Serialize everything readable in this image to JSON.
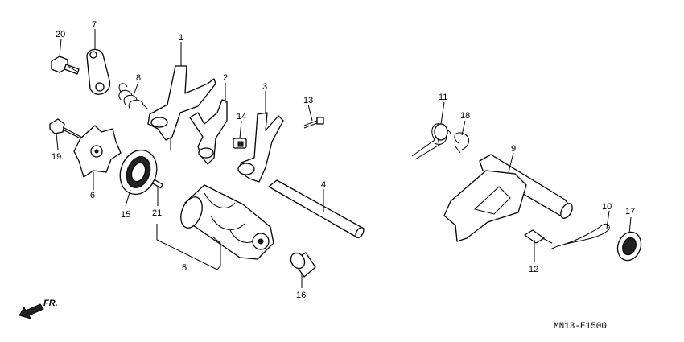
{
  "callouts": [
    {
      "text": "1"
    },
    {
      "text": "2"
    },
    {
      "text": "3"
    },
    {
      "text": "4"
    },
    {
      "text": "5"
    },
    {
      "text": "6"
    },
    {
      "text": "7"
    },
    {
      "text": "8"
    },
    {
      "text": "9"
    },
    {
      "text": "10"
    },
    {
      "text": "11"
    },
    {
      "text": "12"
    },
    {
      "text": "13"
    },
    {
      "text": "14"
    },
    {
      "text": "15"
    },
    {
      "text": "16"
    },
    {
      "text": "17"
    },
    {
      "text": "18"
    },
    {
      "text": "19"
    },
    {
      "text": "20"
    },
    {
      "text": "21"
    }
  ],
  "direction_label": "FR.",
  "diagram_code": "MN13-E1500"
}
